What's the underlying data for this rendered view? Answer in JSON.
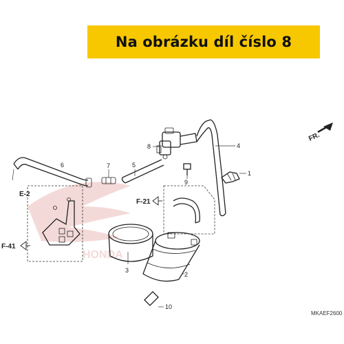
{
  "banner": {
    "text": "Na obrázku díl číslo 8",
    "color": "#f7c800"
  },
  "callouts": [
    {
      "number": "1"
    },
    {
      "number": "2"
    },
    {
      "number": "3"
    },
    {
      "number": "4"
    },
    {
      "number": "5"
    },
    {
      "number": "6"
    },
    {
      "number": "7"
    },
    {
      "number": "8"
    },
    {
      "number": "9"
    },
    {
      "number": "10"
    }
  ],
  "references": {
    "e2": "E-2",
    "f21": "F-21",
    "f41": "F-41",
    "fr": "FR."
  },
  "diagram_code": "MKAEF2600",
  "watermark": "HONDA"
}
